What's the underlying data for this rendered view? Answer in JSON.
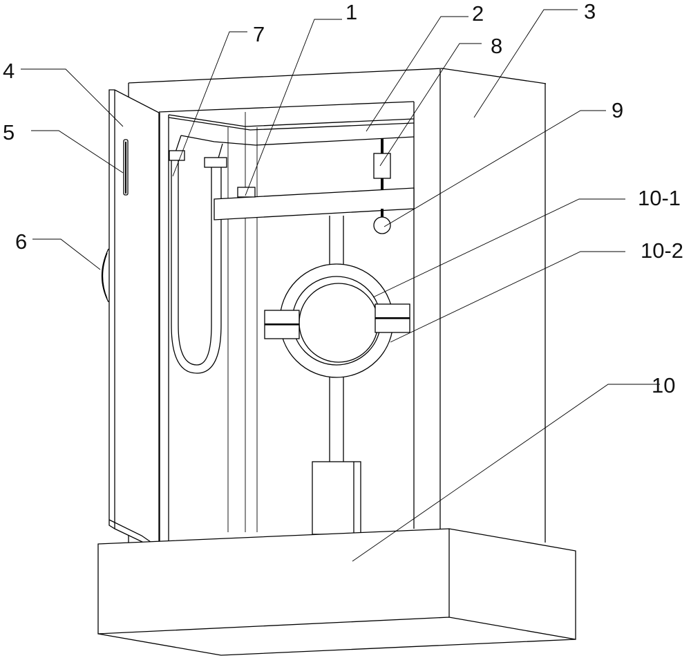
{
  "figure": {
    "type": "patent line drawing",
    "background": "#ffffff",
    "line_color": "#000000",
    "labels": [
      {
        "id": "1",
        "text": "1"
      },
      {
        "id": "2",
        "text": "2"
      },
      {
        "id": "3",
        "text": "3"
      },
      {
        "id": "4",
        "text": "4"
      },
      {
        "id": "5",
        "text": "5"
      },
      {
        "id": "6",
        "text": "6"
      },
      {
        "id": "7",
        "text": "7"
      },
      {
        "id": "8",
        "text": "8"
      },
      {
        "id": "9",
        "text": "9"
      },
      {
        "id": "10-1",
        "text": "10-1"
      },
      {
        "id": "10-2",
        "text": "10-2"
      },
      {
        "id": "10",
        "text": "10"
      }
    ]
  }
}
